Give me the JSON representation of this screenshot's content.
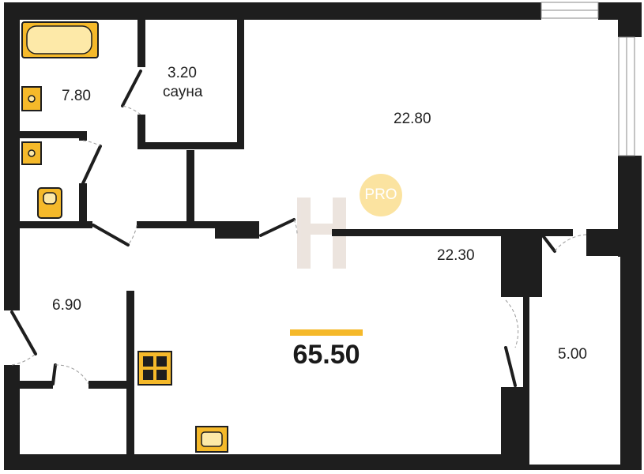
{
  "rooms": {
    "bathroom": "7.80",
    "sauna_area": "3.20",
    "sauna_name": "сауна",
    "room_top": "22.80",
    "living": "22.30",
    "hall": "6.90",
    "balcony": "5.00"
  },
  "total_area": "65.50",
  "watermark": "PRO",
  "icons": {
    "bathtub": "bathtub-icon",
    "washbasin": "washbasin-icon",
    "toilet": "toilet-icon",
    "stove": "stove-icon",
    "kitchen_sink": "kitchen-sink-icon",
    "watermark_logo": "h-logo-icon"
  },
  "colors": {
    "accent": "#f5b92a",
    "wall": "#1e1e1e",
    "pro_badge": "#fbe3a0"
  }
}
